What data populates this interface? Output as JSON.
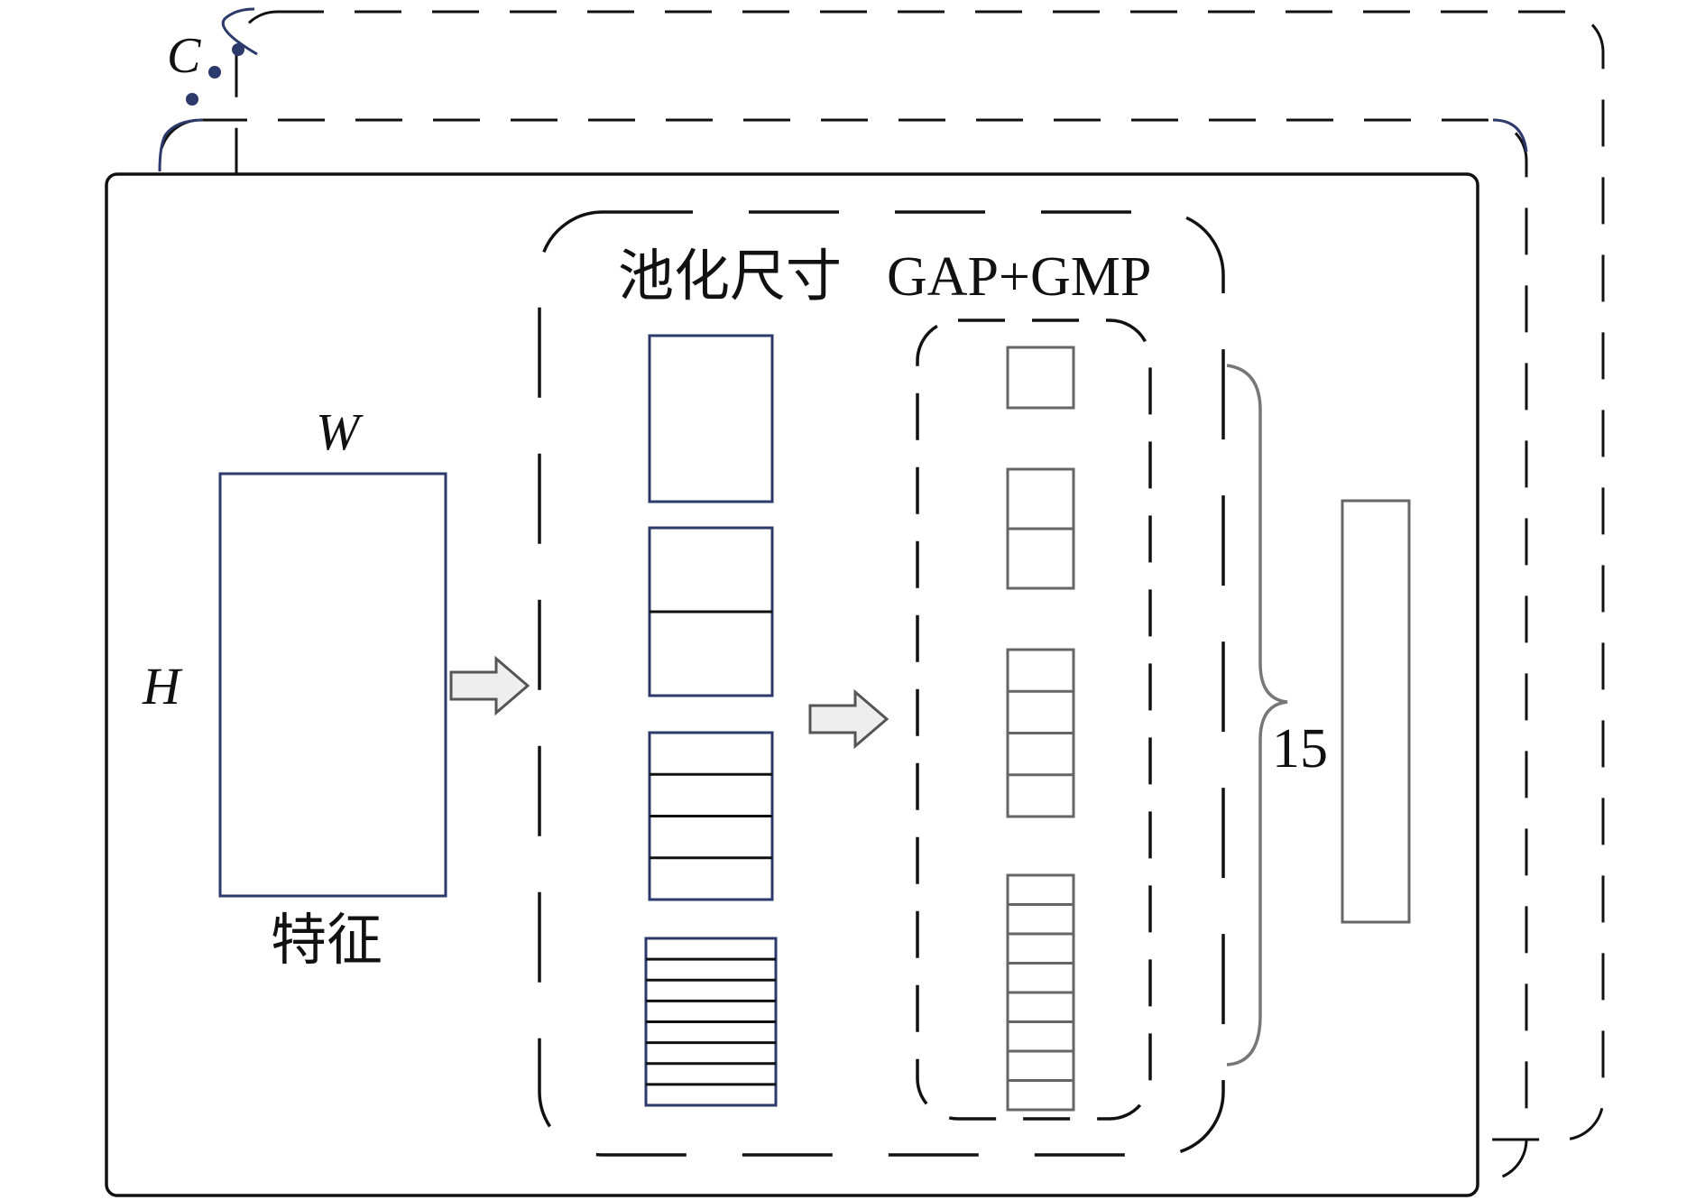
{
  "labels": {
    "channels": "C",
    "width": "W",
    "height": "H",
    "feature": "特征",
    "pooling_title_cn": "池化尺寸",
    "pooling_title_en": "GAP+GMP",
    "count": "15"
  },
  "pooling_sizes": [
    1,
    2,
    4,
    8
  ],
  "colors": {
    "frame": "#111111",
    "navy": "#2b3a6b",
    "gray": "#666666",
    "arrow_fill": "#eeeeee"
  }
}
